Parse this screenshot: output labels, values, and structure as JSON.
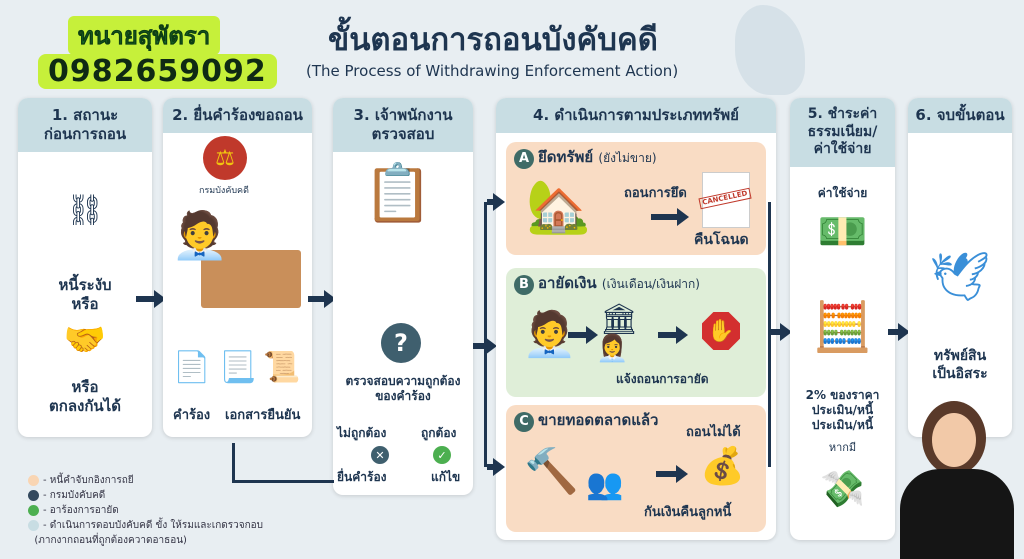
{
  "brand": {
    "name": "ทนายสุพัตรา",
    "phone": "0982659092"
  },
  "header": {
    "title": "ขั้นตอนการถอนบังคับคดี",
    "subtitle": "(The Process of Withdrawing Enforcement Action)"
  },
  "steps": {
    "s1": {
      "title": "1. สถานะ\nก่อนการถอน",
      "debt": "หนี้ระงับ\nหรือ",
      "settle": "หรือ\nตกลงกันได้"
    },
    "s2": {
      "title": "2. ยื่นคำร้องขอถอน",
      "office": "กรมบังคับคดี",
      "doc1": "คำร้อง",
      "doc2": "เอกสารยืนยัน"
    },
    "s3": {
      "title": "3. เจ้าพนักงาน\nตรวจสอบ",
      "check": "ตรวจสอบความถูกต้อง\nของคำร้อง",
      "incorrect": "ไม่ถูกต้อง",
      "correct": "ถูกต้อง",
      "resubmit": "ยื่นคำร้อง",
      "fix": "แก้ไข"
    },
    "s4": {
      "title": "4. ดำเนินการตามประเภททรัพย์",
      "a": {
        "badge": "A",
        "title": "ยึดทรัพย์",
        "note": "(ยังไม่ขาย)",
        "action": "ถอนการยึด",
        "stamp": "CANCELLED",
        "result": "คืนโฉนด"
      },
      "b": {
        "badge": "B",
        "title": "อายัดเงิน",
        "note": "(เงินเดือน/เงินฝาก)",
        "result": "แจ้งถอนการอายัด"
      },
      "c": {
        "badge": "C",
        "title": "ขายทอดตลาดแล้ว",
        "action": "ถอนไม่ได้",
        "result": "กันเงินคืนลูกหนี้"
      }
    },
    "s5": {
      "title": "5. ชำระค่า\nธรรมเนียม/\nค่าใช้จ่าย",
      "expense": "ค่าใช้จ่าย",
      "fee": "2% ของราคา\nประเมิน/หนี้\nประเมิน/หนี้",
      "ifany": "หากมี"
    },
    "s6": {
      "title": "6. จบขั้นตอน",
      "result": "ทรัพย์สิน\nเป็นอิสระ"
    }
  },
  "legend": [
    {
      "color": "#f9d5b3",
      "label": "- หนี้คำจับกอิงการถยี"
    },
    {
      "color": "#34495e",
      "label": "- กรมบังคับคดี"
    },
    {
      "color": "#4caf50",
      "label": "- อาร้องการอายัด"
    },
    {
      "color": "#c8dde3",
      "label": "- ดำเนินการดอบบังคับคดี ขั้ง ให้รมและเกดรวจกอบ\n  (ภากงากถอนที่ถูกต้องควาดอาธอน)"
    }
  ]
}
